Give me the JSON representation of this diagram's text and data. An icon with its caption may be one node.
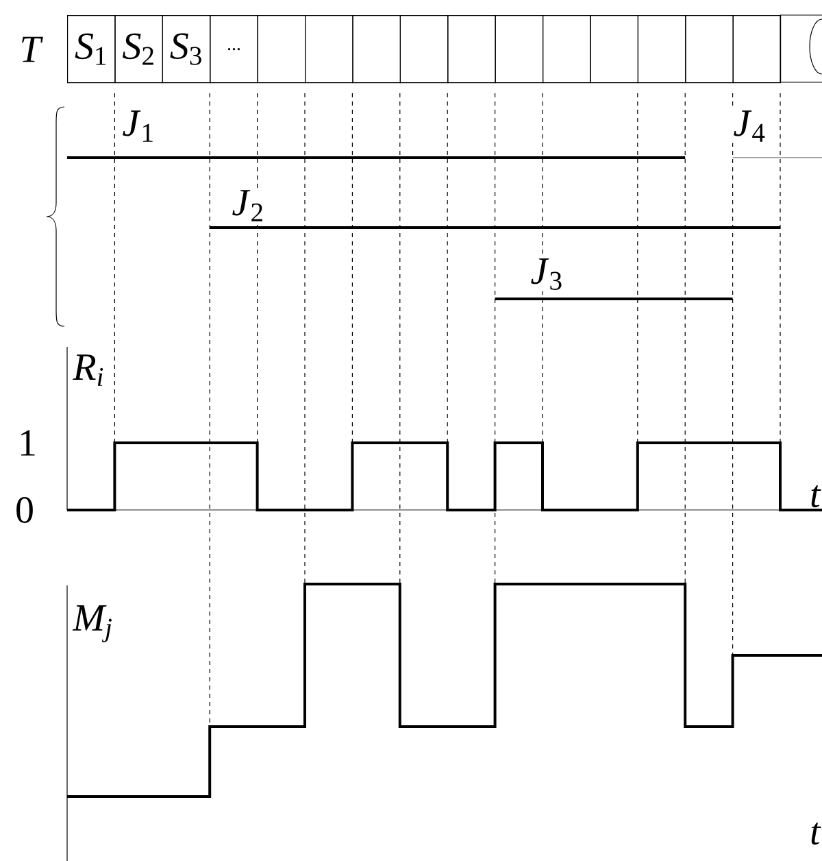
{
  "diagram": {
    "nodes": [
      {
        "text": [
          "*S*$_{1}$"
        ]
      },
      {
        "text": [
          "*S*$_{2}$"
        ]
      },
      {
        "text": [
          "*S*$_{3}$"
        ]
      },
      {
        "text": [
          "..."
        ]
      },
      {
        "text": [],
        "shape": "box"
      },
      {
        "text": [],
        "shape": "box"
      },
      {
        "text": [],
        "shape": "box"
      },
      {
        "text": [],
        "shape": "box"
      },
      {
        "text": [],
        "shape": "box"
      },
      {
        "text": [],
        "shape": "box"
      },
      {
        "text": [],
        "shape": "box"
      },
      {
        "text": [],
        "shape": "box"
      },
      {
        "text": [],
        "shape": "box"
      },
      {
        "text": [],
        "shape": "box"
      },
      {
        "text": [],
        "shape": "box"
      },
      {
        "text": [],
        "shape": "box"
      }
    ],
    "labels": [
      "T",
      "*J*$_{1}$",
      "*J*$_{4}$",
      "*J*$_{2}$",
      "*J*$_{3}$",
      "R$_{i}$",
      "1",
      "t",
      "0",
      "M$_{j}$",
      "t"
    ]
  }
}
